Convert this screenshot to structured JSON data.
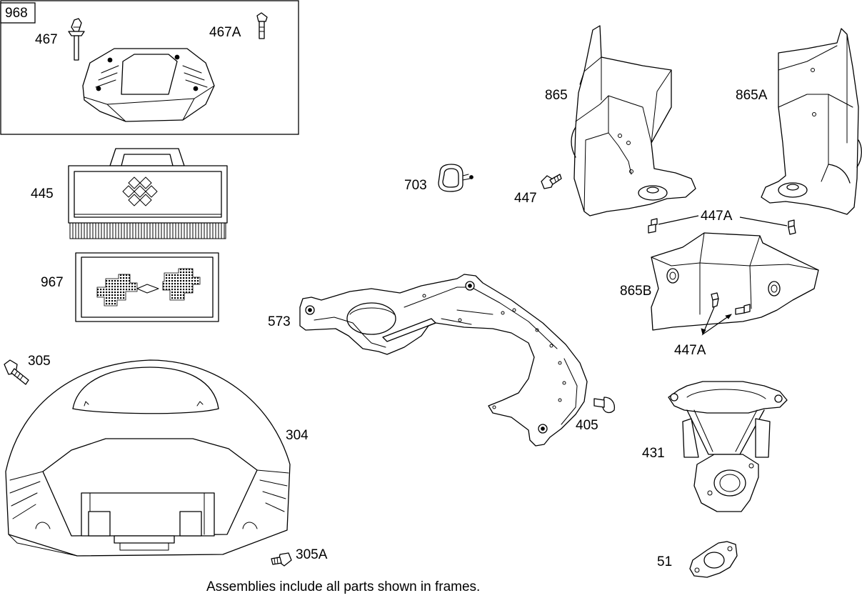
{
  "frame_label": "968",
  "parts": {
    "p467": "467",
    "p467A": "467A",
    "p445": "445",
    "p967": "967",
    "p305": "305",
    "p304": "304",
    "p305A": "305A",
    "p703": "703",
    "p447": "447",
    "p573": "573",
    "p405": "405",
    "p865": "865",
    "p865A": "865A",
    "p447A_top": "447A",
    "p865B": "865B",
    "p447A_bottom": "447A",
    "p431": "431",
    "p51": "51"
  },
  "footnote": "Assemblies include all parts shown in frames."
}
